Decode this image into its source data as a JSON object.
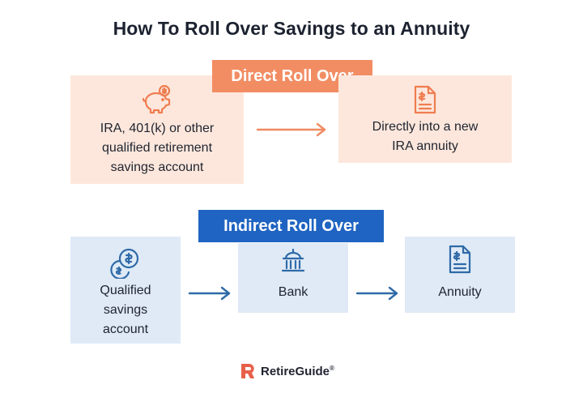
{
  "title": "How To Roll Over Savings to an Annuity",
  "direct": {
    "label": "Direct Roll Over",
    "source_text": "IRA, 401(k) or other\nqualified retirement\nsavings account",
    "target_text": "Directly into a new\nIRA annuity",
    "source_icon": "piggy-bank-icon",
    "target_icon": "document-dollar-icon"
  },
  "indirect": {
    "label": "Indirect Roll Over",
    "source_text": "Qualified\nsavings\naccount",
    "middle_text": "Bank",
    "target_text": "Annuity",
    "source_icon": "coins-icon",
    "middle_icon": "bank-building-icon",
    "target_icon": "document-dollar-icon"
  },
  "brand": {
    "name": "RetireGuide",
    "registered": "®"
  },
  "colors": {
    "direct_accent": "#f28d63",
    "direct_fill": "#fde7dc",
    "indirect_accent": "#1f64c2",
    "indirect_fill": "#dfeaf6",
    "arrow_blue": "#2f6aa8"
  }
}
